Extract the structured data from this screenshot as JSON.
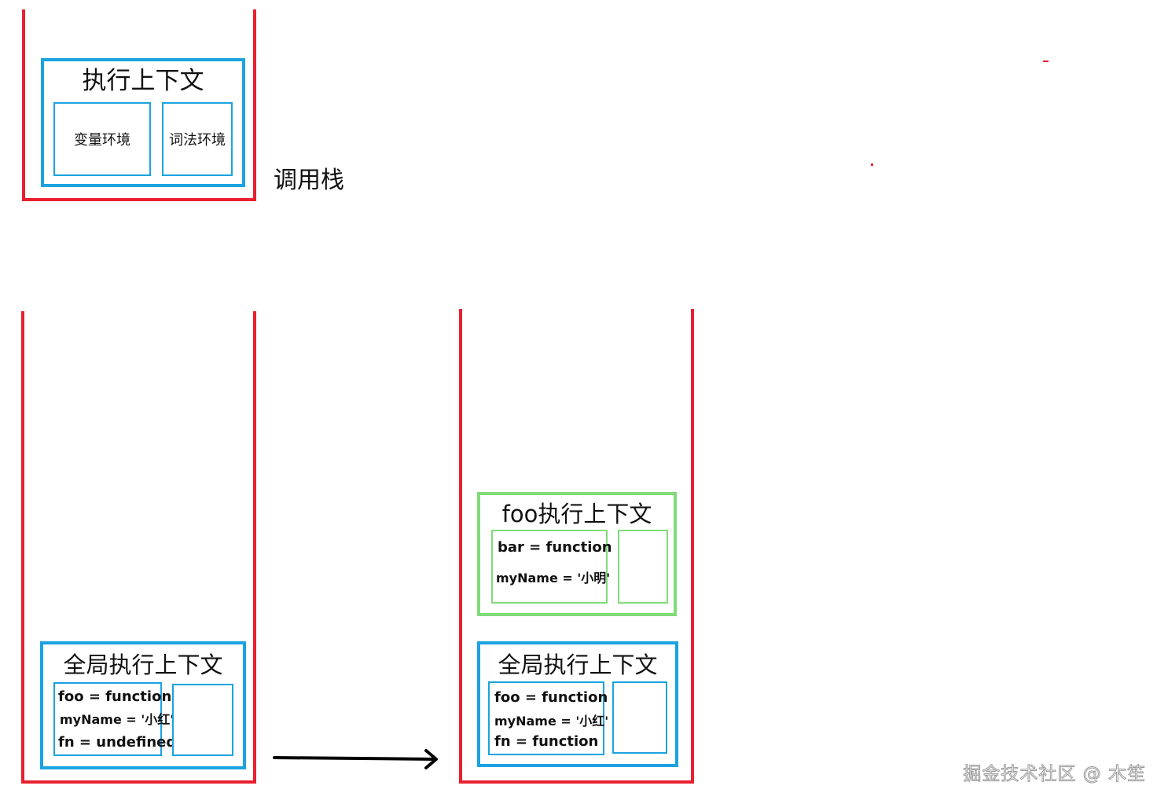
{
  "legend": {
    "context_title": "执行上下文",
    "variable_env": "变量环境",
    "lexical_env": "词法环境",
    "stack_label": "调用栈"
  },
  "left_stack": {
    "global": {
      "title": "全局执行上下文",
      "var_lines": [
        "foo = function",
        "myName = '小红'",
        "fn = undefined"
      ]
    }
  },
  "right_stack": {
    "foo_ctx": {
      "title": "foo执行上下文",
      "var_lines": [
        "bar = function",
        "myName = '小明'"
      ]
    },
    "global": {
      "title": "全局执行上下文",
      "var_lines": [
        "foo = function",
        "myName = '小红'",
        "fn = function"
      ]
    }
  },
  "watermark": "掘金技术社区 @ 木笙",
  "colors": {
    "stack_border": "#e8202f",
    "context_border": "#1aa3e0",
    "foo_context_border": "#7fdc7a",
    "arrow": "#000000"
  }
}
